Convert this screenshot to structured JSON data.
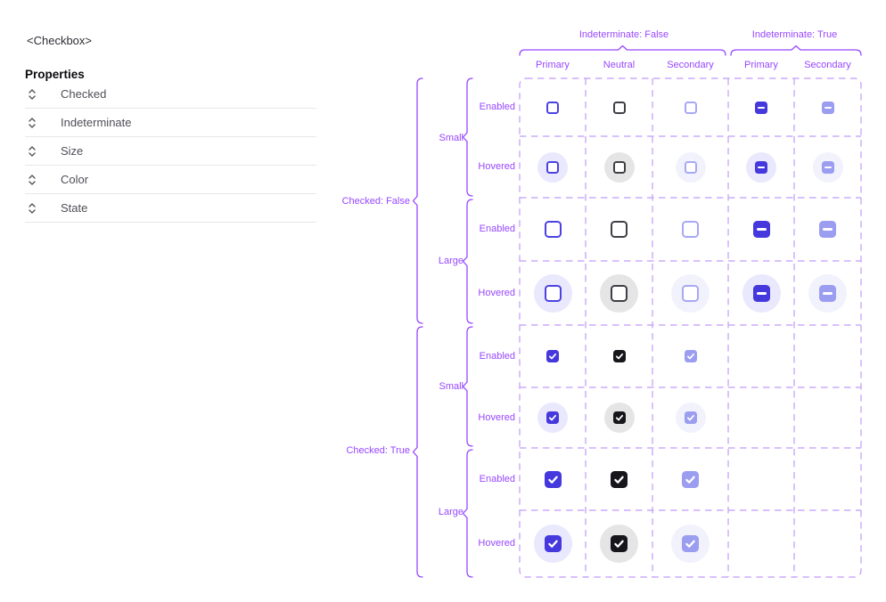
{
  "component": {
    "title": "<Checkbox>"
  },
  "properties_panel": {
    "header": "Properties",
    "rows": [
      {
        "label": "Checked"
      },
      {
        "label": "Indeterminate"
      },
      {
        "label": "Size"
      },
      {
        "label": "Color"
      },
      {
        "label": "State"
      }
    ],
    "row_icon": "chevron-updown-icon"
  },
  "matrix": {
    "column_groups": [
      {
        "label": "Indeterminate: False",
        "columns": [
          "Primary",
          "Neutral",
          "Secondary"
        ]
      },
      {
        "label": "Indeterminate: True",
        "columns": [
          "Primary",
          "Secondary"
        ]
      }
    ],
    "row_groups": [
      {
        "label": "Checked: False",
        "size_groups": [
          {
            "label": "Small",
            "rows": [
              "Enabled",
              "Hovered"
            ]
          },
          {
            "label": "Large",
            "rows": [
              "Enabled",
              "Hovered"
            ]
          }
        ]
      },
      {
        "label": "Checked: True",
        "size_groups": [
          {
            "label": "Small",
            "rows": [
              "Enabled",
              "Hovered"
            ]
          },
          {
            "label": "Large",
            "rows": [
              "Enabled",
              "Hovered"
            ]
          }
        ]
      }
    ],
    "cells": [
      [
        "unchecked:primary",
        "unchecked:neutral",
        "unchecked:secondary",
        "indeterminate:primary",
        "indeterminate:secondary"
      ],
      [
        "unchecked:primary",
        "unchecked:neutral",
        "unchecked:secondary",
        "indeterminate:primary",
        "indeterminate:secondary"
      ],
      [
        "unchecked:primary",
        "unchecked:neutral",
        "unchecked:secondary",
        "indeterminate:primary",
        "indeterminate:secondary"
      ],
      [
        "unchecked:primary",
        "unchecked:neutral",
        "unchecked:secondary",
        "indeterminate:primary",
        "indeterminate:secondary"
      ],
      [
        "checked:primary",
        "checked:neutral",
        "checked:secondary",
        null,
        null
      ],
      [
        "checked:primary",
        "checked:neutral",
        "checked:secondary",
        null,
        null
      ],
      [
        "checked:primary",
        "checked:neutral",
        "checked:secondary",
        null,
        null
      ],
      [
        "checked:primary",
        "checked:neutral",
        "checked:secondary",
        null,
        null
      ]
    ]
  },
  "colors": {
    "accent_purple": "#9747FF",
    "grid_line": "#C09BFA",
    "primary": "#4C42E2",
    "primary_fill": "#4538DC",
    "neutral_border": "#3F3F46",
    "neutral_fill": "#17171B",
    "secondary_border": "#A7A8F3",
    "secondary_fill": "#9B9DF0",
    "halo_primary": "#E9E8FC",
    "halo_neutral": "#E5E5E6",
    "halo_secondary": "#F2F2FD",
    "icon_gray": "#52525B"
  }
}
